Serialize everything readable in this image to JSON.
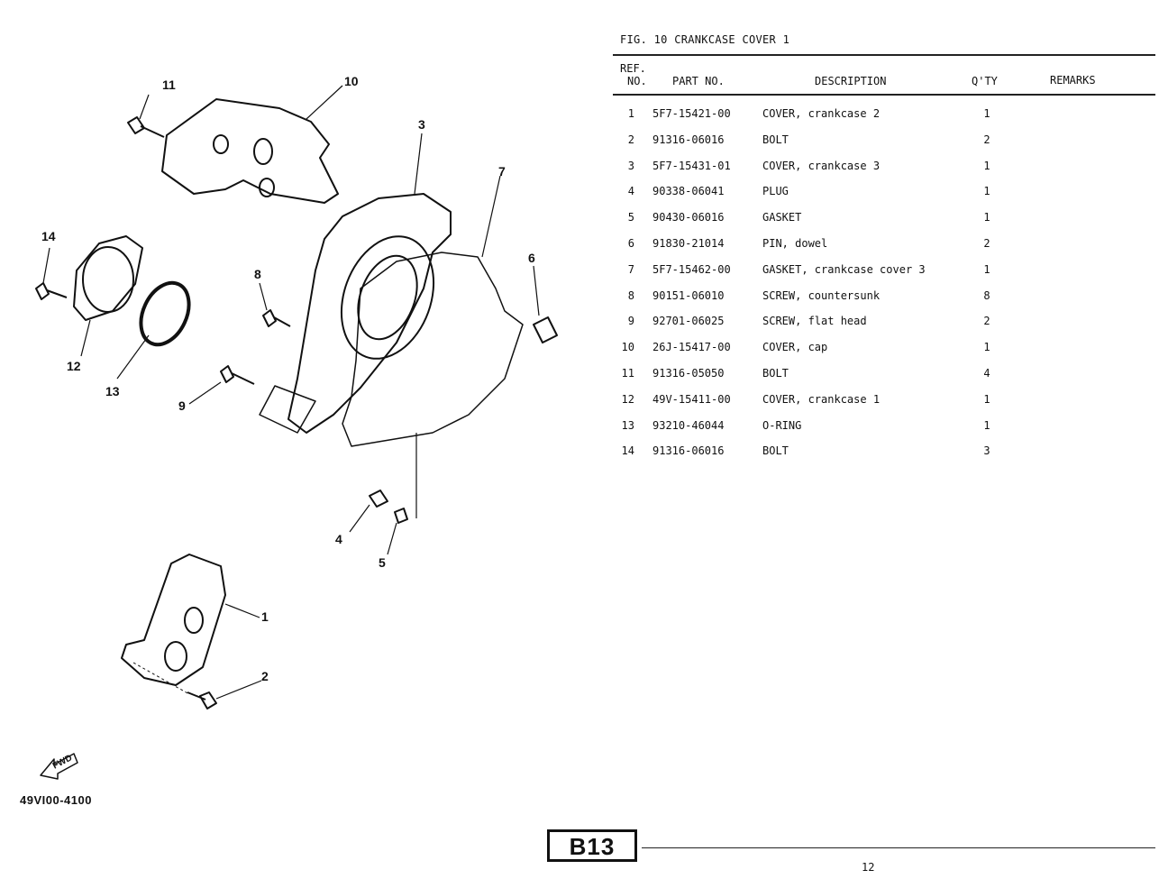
{
  "figure": {
    "title": "FIG. 10  CRANKCASE COVER 1",
    "diagram_code": "49VI00-4100",
    "fwd_label": "FWD",
    "callouts": [
      "11",
      "10",
      "3",
      "7",
      "14",
      "6",
      "8",
      "12",
      "13",
      "9",
      "4",
      "5",
      "1",
      "2"
    ]
  },
  "table": {
    "headers": {
      "ref_top": "REF.",
      "ref_bottom": "NO.",
      "part_no": "PART NO.",
      "description": "DESCRIPTION",
      "qty": "Q'TY",
      "remarks": "REMARKS"
    },
    "rows": [
      {
        "ref": "1",
        "part": "5F7-15421-00",
        "desc": "COVER, crankcase 2",
        "qty": "1",
        "remarks": ""
      },
      {
        "ref": "2",
        "part": "91316-06016",
        "desc": "BOLT",
        "qty": "2",
        "remarks": ""
      },
      {
        "ref": "3",
        "part": "5F7-15431-01",
        "desc": "COVER, crankcase 3",
        "qty": "1",
        "remarks": ""
      },
      {
        "ref": "4",
        "part": "90338-06041",
        "desc": "PLUG",
        "qty": "1",
        "remarks": ""
      },
      {
        "ref": "5",
        "part": "90430-06016",
        "desc": "GASKET",
        "qty": "1",
        "remarks": ""
      },
      {
        "ref": "6",
        "part": "91830-21014",
        "desc": "PIN, dowel",
        "qty": "2",
        "remarks": ""
      },
      {
        "ref": "7",
        "part": "5F7-15462-00",
        "desc": "GASKET, crankcase cover 3",
        "qty": "1",
        "remarks": ""
      },
      {
        "ref": "8",
        "part": "90151-06010",
        "desc": "SCREW, countersunk",
        "qty": "8",
        "remarks": ""
      },
      {
        "ref": "9",
        "part": "92701-06025",
        "desc": "SCREW, flat head",
        "qty": "2",
        "remarks": ""
      },
      {
        "ref": "10",
        "part": "26J-15417-00",
        "desc": "COVER, cap",
        "qty": "1",
        "remarks": ""
      },
      {
        "ref": "11",
        "part": "91316-05050",
        "desc": "BOLT",
        "qty": "4",
        "remarks": ""
      },
      {
        "ref": "12",
        "part": "49V-15411-00",
        "desc": "COVER, crankcase 1",
        "qty": "1",
        "remarks": ""
      },
      {
        "ref": "13",
        "part": "93210-46044",
        "desc": "O-RING",
        "qty": "1",
        "remarks": ""
      },
      {
        "ref": "14",
        "part": "91316-06016",
        "desc": "BOLT",
        "qty": "3",
        "remarks": ""
      }
    ]
  },
  "footer": {
    "section_badge": "B13",
    "page_number": "12"
  }
}
